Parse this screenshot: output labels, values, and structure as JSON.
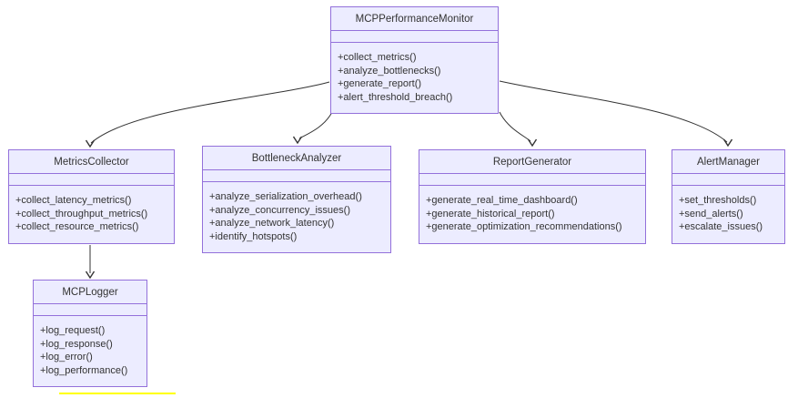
{
  "colors": {
    "node-fill": "#ECECFF",
    "node-border": "#9370DB",
    "text": "#333333",
    "arrow": "#333333",
    "highlight": "#FFFF00",
    "background": "#FFFFFF"
  },
  "classes": [
    {
      "name": "MCPPerformanceMonitor",
      "attributes": [],
      "methods": [
        "+collect_metrics()",
        "+analyze_bottlenecks()",
        "+generate_report()",
        "+alert_threshold_breach()"
      ]
    },
    {
      "name": "MetricsCollector",
      "attributes": [],
      "methods": [
        "+collect_latency_metrics()",
        "+collect_throughput_metrics()",
        "+collect_resource_metrics()"
      ]
    },
    {
      "name": "BottleneckAnalyzer",
      "attributes": [],
      "methods": [
        "+analyze_serialization_overhead()",
        "+analyze_concurrency_issues()",
        "+analyze_network_latency()",
        "+identify_hotspots()"
      ]
    },
    {
      "name": "ReportGenerator",
      "attributes": [],
      "methods": [
        "+generate_real_time_dashboard()",
        "+generate_historical_report()",
        "+generate_optimization_recommendations()"
      ]
    },
    {
      "name": "AlertManager",
      "attributes": [],
      "methods": [
        "+set_thresholds()",
        "+send_alerts()",
        "+escalate_issues()"
      ]
    },
    {
      "name": "MCPLogger",
      "attributes": [],
      "methods": [
        "+log_request()",
        "+log_response()",
        "+log_error()",
        "+log_performance()"
      ]
    }
  ],
  "relations": [
    {
      "from": "MCPPerformanceMonitor",
      "to": "MetricsCollector"
    },
    {
      "from": "MCPPerformanceMonitor",
      "to": "BottleneckAnalyzer"
    },
    {
      "from": "MCPPerformanceMonitor",
      "to": "ReportGenerator"
    },
    {
      "from": "MCPPerformanceMonitor",
      "to": "AlertManager"
    },
    {
      "from": "MetricsCollector",
      "to": "MCPLogger"
    }
  ]
}
